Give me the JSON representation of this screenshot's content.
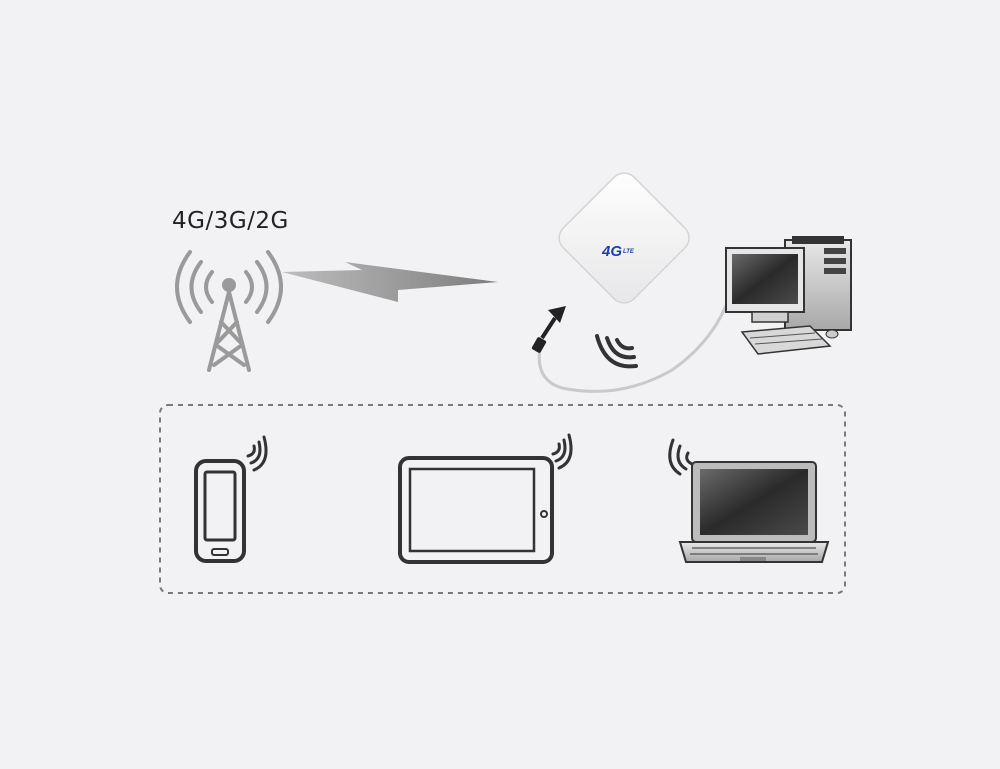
{
  "network": {
    "label": "4G/3G/2G"
  },
  "antenna": {
    "logo_main": "4G",
    "logo_sub": "LTE",
    "logo_color": "#1f3fb0"
  },
  "colors": {
    "background": "#f2f2f4",
    "outline": "#333333",
    "signal": "#9a9a9a",
    "dash": "#7a7a7a"
  },
  "icons": [
    "cell-tower-icon",
    "lightning-signal-icon",
    "antenna-panel-icon",
    "desktop-computer-icon",
    "smartphone-icon",
    "tablet-icon",
    "laptop-icon",
    "wifi-wave-icon"
  ]
}
